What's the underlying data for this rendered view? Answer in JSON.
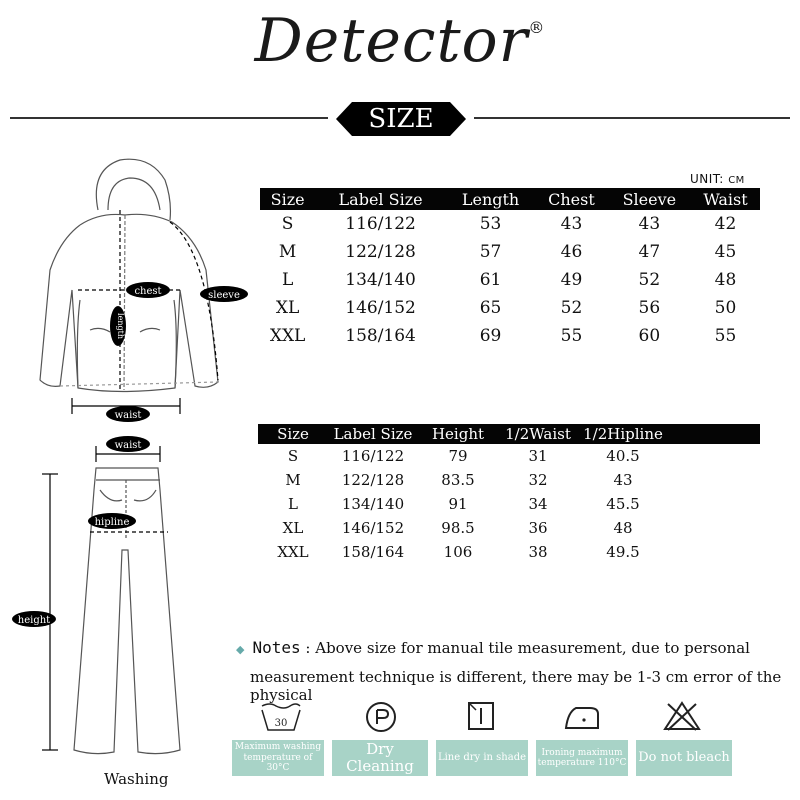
{
  "header": {
    "brand": "Detector",
    "reg_mark": "®",
    "section_label": "SIZE",
    "unit_label": "UNIT:",
    "unit_value": "CM"
  },
  "top_table": {
    "columns": [
      "Size",
      "Label Size",
      "Length",
      "Chest",
      "Sleeve",
      "Waist"
    ],
    "rows": [
      [
        "S",
        "116/122",
        "53",
        "43",
        "43",
        "42"
      ],
      [
        "M",
        "122/128",
        "57",
        "46",
        "47",
        "45"
      ],
      [
        "L",
        "134/140",
        "61",
        "49",
        "52",
        "48"
      ],
      [
        "XL",
        "146/152",
        "65",
        "52",
        "56",
        "50"
      ],
      [
        "XXL",
        "158/164",
        "69",
        "55",
        "60",
        "55"
      ]
    ]
  },
  "bottom_table": {
    "columns": [
      "Size",
      "Label Size",
      "Height",
      "1/2Waist",
      "1/2Hipline"
    ],
    "rows": [
      [
        "S",
        "116/122",
        "79",
        "31",
        "40.5"
      ],
      [
        "M",
        "122/128",
        "83.5",
        "32",
        "43"
      ],
      [
        "L",
        "134/140",
        "91",
        "34",
        "45.5"
      ],
      [
        "XL",
        "146/152",
        "98.5",
        "36",
        "48"
      ],
      [
        "XXL",
        "158/164",
        "106",
        "38",
        "49.5"
      ]
    ]
  },
  "jacket_labels": {
    "chest": "chest",
    "sleeve": "sleeve",
    "length": "length",
    "waist": "waist"
  },
  "pants_labels": {
    "waist": "waist",
    "hipline": "hipline",
    "height": "height"
  },
  "notes": {
    "label": "Notes",
    "line1": ": Above size for manual tile measurement, due to personal",
    "line2": "measurement technique is different, there may be 1-3 cm error of the physical"
  },
  "care": {
    "washing_title": "Washing",
    "wash_temp": "30",
    "items": [
      {
        "label1": "Maximum washing",
        "label2": "temperature of 30°C"
      },
      {
        "label1": "Dry Cleaning",
        "label2": ""
      },
      {
        "label1": "Line dry in shade",
        "label2": ""
      },
      {
        "label1": "Ironing maximum",
        "label2": "temperature 110°C"
      },
      {
        "label1": "Do not bleach",
        "label2": ""
      }
    ]
  }
}
